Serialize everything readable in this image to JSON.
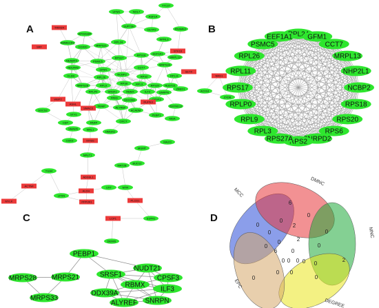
{
  "figure": {
    "colors": {
      "green": "#2ee62e",
      "red": "#ec3a3a",
      "edge": "#8a8a8a",
      "ring_edge": "#9a9a9a"
    },
    "panels": {
      "A": {
        "letter": "A",
        "red_nodes": [
          {
            "label": "TRIM24",
            "c": [
              86,
              40
            ]
          },
          {
            "label": "SRF",
            "c": [
              57,
              68
            ]
          },
          {
            "label": "STK16",
            "c": [
              258,
              74
            ]
          },
          {
            "label": "SETX",
            "c": [
              274,
              104
            ]
          },
          {
            "label": "NRD1",
            "c": [
              318,
              110
            ]
          },
          {
            "label": "WBP2",
            "c": [
              84,
              144
            ]
          },
          {
            "label": "ASHL",
            "c": [
              106,
              151
            ]
          },
          {
            "label": "SMAC3",
            "c": [
              128,
              157
            ]
          },
          {
            "label": "RUPE3",
            "c": [
              215,
              148
            ]
          },
          {
            "label": "MYBS",
            "c": [
              131,
              204
            ]
          },
          {
            "label": "ACTN4",
            "c": [
              42,
              270
            ]
          },
          {
            "label": "MYLK",
            "c": [
              13,
              292
            ]
          },
          {
            "label": "ADSSL1",
            "c": [
              128,
              257
            ]
          },
          {
            "label": "ALDH",
            "c": [
              125,
              277
            ]
          },
          {
            "label": "PPP2R1",
            "c": [
              126,
              293
            ]
          },
          {
            "label": "PLCD1",
            "c": [
              196,
              291
            ]
          },
          {
            "label": "LCP1",
            "c": [
              164,
              317
            ]
          }
        ],
        "green_nodes": [
          {
            "label": "UFM1",
            "c": [
              169,
              17
            ]
          },
          {
            "label": "NOL7",
            "c": [
              198,
              17
            ]
          },
          {
            "label": "TTC27",
            "c": [
              241,
              8
            ]
          },
          {
            "label": "ASF1A",
            "c": [
              222,
              24
            ]
          },
          {
            "label": "SUPT3H",
            "c": [
              187,
              38
            ]
          },
          {
            "label": "CETP2",
            "c": [
              220,
              43
            ]
          },
          {
            "label": "NPRL3",
            "c": [
              238,
              57
            ]
          },
          {
            "label": "PRAME2",
            "c": [
              262,
              42
            ]
          },
          {
            "label": "APOA1BP",
            "c": [
              123,
              49
            ]
          },
          {
            "label": "AMMECR1",
            "c": [
              98,
              62
            ]
          },
          {
            "label": "COX20",
            "c": [
              120,
              68
            ]
          },
          {
            "label": "MRPS21",
            "c": [
              147,
              66
            ]
          },
          {
            "label": "RPL24",
            "c": [
              172,
              61
            ]
          },
          {
            "label": "NEAMT2",
            "c": [
              104,
              88
            ]
          },
          {
            "label": "NDUFA9",
            "c": [
              106,
              98
            ]
          },
          {
            "label": "PSMC5",
            "c": [
              142,
              89
            ]
          },
          {
            "label": "RPS17",
            "c": [
              173,
              84
            ]
          },
          {
            "label": "RPS18",
            "c": [
              205,
              80
            ]
          },
          {
            "label": "EEF1A1",
            "c": [
              229,
              78
            ]
          },
          {
            "label": "MRPL13",
            "c": [
              254,
              83
            ]
          },
          {
            "label": "GFM1",
            "c": [
              150,
              101
            ]
          },
          {
            "label": "CCT7",
            "c": [
              205,
              98
            ]
          },
          {
            "label": "MRPS33",
            "c": [
              239,
              94
            ]
          },
          {
            "label": "CLDD",
            "c": [
              103,
              110
            ]
          },
          {
            "label": "RPL26",
            "c": [
              147,
              112
            ]
          },
          {
            "label": "NCBP2",
            "c": [
              177,
              108
            ]
          },
          {
            "label": "RPS2",
            "c": [
              209,
              111
            ]
          },
          {
            "label": "RPL11",
            "c": [
              253,
              110
            ]
          },
          {
            "label": "MRPS28",
            "c": [
              120,
              124
            ]
          },
          {
            "label": "RPL9",
            "c": [
              150,
              124
            ]
          },
          {
            "label": "RPS6",
            "c": [
              180,
              121
            ]
          },
          {
            "label": "RPL3",
            "c": [
              202,
              122
            ]
          },
          {
            "label": "RPS20",
            "c": [
              225,
              124
            ]
          },
          {
            "label": "NUDT21",
            "c": [
              247,
              124
            ]
          },
          {
            "label": "RPLP0",
            "c": [
              135,
              133
            ]
          },
          {
            "label": "SRSF1",
            "c": [
              163,
              133
            ]
          },
          {
            "label": "RBMX",
            "c": [
              189,
              133
            ]
          },
          {
            "label": "ILF3",
            "c": [
              214,
              133
            ]
          },
          {
            "label": "SNRPN",
            "c": [
              238,
              134
            ]
          },
          {
            "label": "ZBED1",
            "c": [
              262,
              129
            ]
          },
          {
            "label": "AC018",
            "c": [
              297,
              132
            ]
          },
          {
            "label": "ZXDB",
            "c": [
              330,
              141
            ]
          },
          {
            "label": "PAN1",
            "c": [
              166,
              142
            ]
          },
          {
            "label": "DDX39A",
            "c": [
              188,
              145
            ]
          },
          {
            "label": "CPSF3",
            "c": [
              227,
              144
            ]
          },
          {
            "label": "ZMYND11",
            "c": [
              255,
              154
            ]
          },
          {
            "label": "SOCS2",
            "c": [
              62,
              160
            ]
          },
          {
            "label": "STX1",
            "c": [
              107,
              166
            ]
          },
          {
            "label": "TRAIP",
            "c": [
              147,
              154
            ]
          },
          {
            "label": "ALYREF",
            "c": [
              175,
              156
            ]
          },
          {
            "label": "ACADM",
            "c": [
              197,
              160
            ]
          },
          {
            "label": "MGA",
            "c": [
              250,
              172
            ]
          },
          {
            "label": "PEBP1",
            "c": [
              227,
              167
            ]
          },
          {
            "label": "CEP",
            "c": [
              95,
              178
            ]
          },
          {
            "label": "SMAD5",
            "c": [
              106,
              187
            ]
          },
          {
            "label": "PARP",
            "c": [
              136,
              178
            ]
          },
          {
            "label": "OXCT",
            "c": [
              179,
              176
            ]
          },
          {
            "label": "MAL1",
            "c": [
              131,
              188
            ]
          },
          {
            "label": "HMGN1",
            "c": [
              160,
              191
            ]
          },
          {
            "label": "CDK9",
            "c": [
              101,
              204
            ]
          },
          {
            "label": "MALT1",
            "c": [
              127,
              225
            ]
          },
          {
            "label": "MGMT",
            "c": [
              206,
              215
            ]
          },
          {
            "label": "MAZO",
            "c": [
              243,
              206
            ]
          },
          {
            "label": "MAT2B",
            "c": [
              177,
              240
            ]
          },
          {
            "label": "BUD12",
            "c": [
              199,
              237
            ]
          },
          {
            "label": "TGA4",
            "c": [
              71,
              248
            ]
          },
          {
            "label": "LPXN",
            "c": [
              89,
              284
            ]
          },
          {
            "label": "UXT",
            "c": [
              158,
              272
            ]
          },
          {
            "label": "MTR",
            "c": [
              182,
              272
            ]
          },
          {
            "label": "S1PR1",
            "c": [
              219,
              317
            ]
          },
          {
            "label": "DEMIS",
            "c": [
              162,
              350
            ]
          }
        ]
      },
      "B": {
        "letter": "B",
        "nodes": [
          "RPL24",
          "GFM1",
          "CCT7",
          "MRPL13",
          "NHP2L1",
          "NCBP2",
          "RPS18",
          "RPS20",
          "RPS6",
          "SNRPD2",
          "RPS2",
          "RPS27A",
          "RPL3",
          "RPL9",
          "RPLP0",
          "RPS17",
          "RPL11",
          "RPL26",
          "PSMC5",
          "EEF1A1"
        ]
      },
      "C": {
        "letter": "C",
        "nodes": [
          {
            "label": "PEBP1",
            "c": [
              122,
              368
            ]
          },
          {
            "label": "MRPS28",
            "c": [
              33,
              403
            ]
          },
          {
            "label": "MRPS21",
            "c": [
              95,
              402
            ]
          },
          {
            "label": "MRPS33",
            "c": [
              64,
              432
            ]
          },
          {
            "label": "SRSF1",
            "c": [
              161,
              398
            ]
          },
          {
            "label": "NUDT21",
            "c": [
              214,
              389
            ]
          },
          {
            "label": "CPSF3",
            "c": [
              244,
              403
            ]
          },
          {
            "label": "RBMX",
            "c": [
              196,
              413
            ]
          },
          {
            "label": "ILF3",
            "c": [
              243,
              419
            ]
          },
          {
            "label": "DDX39A",
            "c": [
              152,
              425
            ]
          },
          {
            "label": "SNRPN",
            "c": [
              228,
              436
            ]
          },
          {
            "label": "ALYREF",
            "c": [
              180,
              439
            ]
          }
        ]
      },
      "D": {
        "letter": "D",
        "sets": [
          {
            "name": "MCC",
            "color": "#2b4fd8"
          },
          {
            "name": "DMNC",
            "color": "#e8363a"
          },
          {
            "name": "MNC",
            "color": "#1faa3a"
          },
          {
            "name": "DEGREE",
            "color": "#e9e61e"
          },
          {
            "name": "EPC",
            "color": "#d6a86a"
          }
        ],
        "region_values": [
          {
            "v": "0",
            "c": [
              374,
              329
            ]
          },
          {
            "v": "6",
            "c": [
              421,
              297
            ]
          },
          {
            "v": "0",
            "c": [
              474,
              339
            ]
          },
          {
            "v": "0",
            "c": [
              459,
              405
            ]
          },
          {
            "v": "0",
            "c": [
              368,
              406
            ]
          },
          {
            "v": "2",
            "c": [
              427,
              330
            ]
          },
          {
            "v": "0",
            "c": [
              448,
              315
            ]
          },
          {
            "v": "0",
            "c": [
              408,
              323
            ]
          },
          {
            "v": "0",
            "c": [
              391,
              340
            ]
          },
          {
            "v": "0",
            "c": [
              463,
              359
            ]
          },
          {
            "v": "2",
            "c": [
              499,
              380
            ]
          },
          {
            "v": "0",
            "c": [
              386,
              360
            ]
          },
          {
            "v": "0",
            "c": [
              441,
              382
            ]
          },
          {
            "v": "0",
            "c": [
              458,
              385
            ]
          },
          {
            "v": "0",
            "c": [
              405,
              354
            ]
          },
          {
            "v": "0",
            "c": [
              411,
              381
            ]
          },
          {
            "v": "2",
            "c": [
              433,
              350
            ]
          },
          {
            "v": "0",
            "c": [
              403,
              398
            ]
          },
          {
            "v": "0",
            "c": [
              425,
              367
            ]
          },
          {
            "v": "6",
            "c": [
              400,
              367
            ]
          },
          {
            "v": "0",
            "c": [
              423,
              398
            ]
          },
          {
            "v": "0",
            "c": [
              432,
              381
            ]
          },
          {
            "v": "0",
            "c": [
              419,
              381
            ]
          }
        ]
      }
    }
  }
}
